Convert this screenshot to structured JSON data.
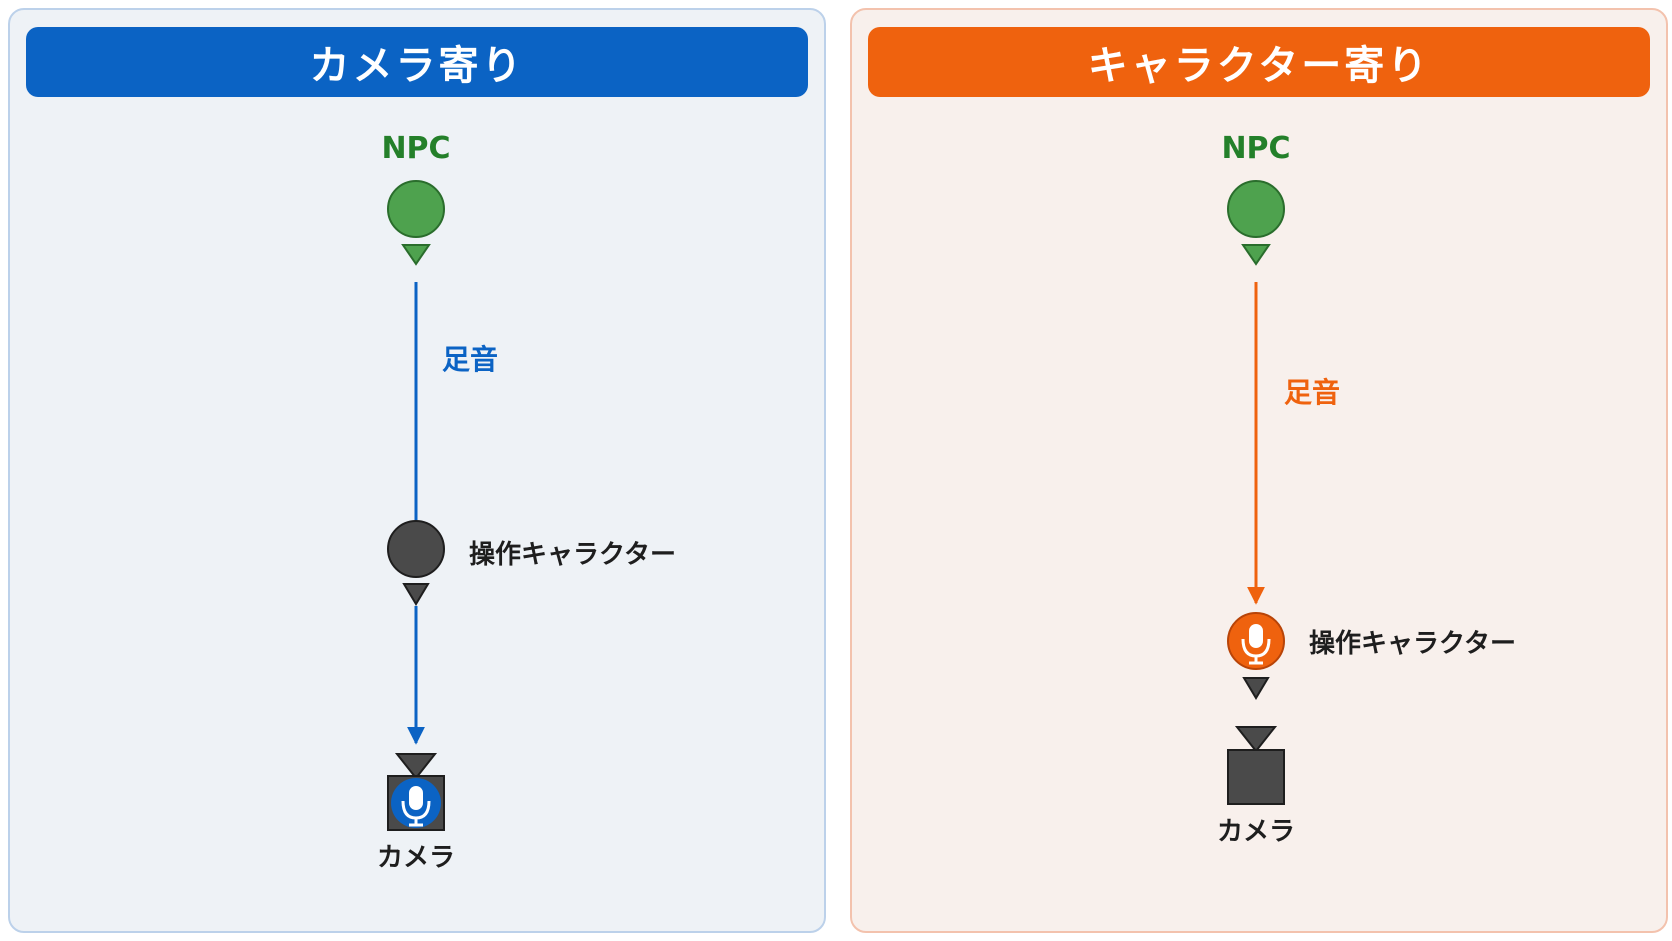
{
  "panels": {
    "camera": {
      "title": "カメラ寄り",
      "npc_label": "NPC",
      "sound_label": "足音",
      "player_label": "操作キャラクター",
      "camera_label": "カメラ",
      "listener": "camera"
    },
    "character": {
      "title": "キャラクター寄り",
      "npc_label": "NPC",
      "sound_label": "足音",
      "player_label": "操作キャラクター",
      "camera_label": "カメラ",
      "listener": "character"
    }
  },
  "colors": {
    "camera_accent": "#0b63c4",
    "character_accent": "#ef620e",
    "npc": "#4ea24e",
    "npc_label": "#24802a",
    "dark_node": "#4a4a4a"
  },
  "icons": {
    "listener": "microphone-icon",
    "camera": "camera-icon"
  }
}
